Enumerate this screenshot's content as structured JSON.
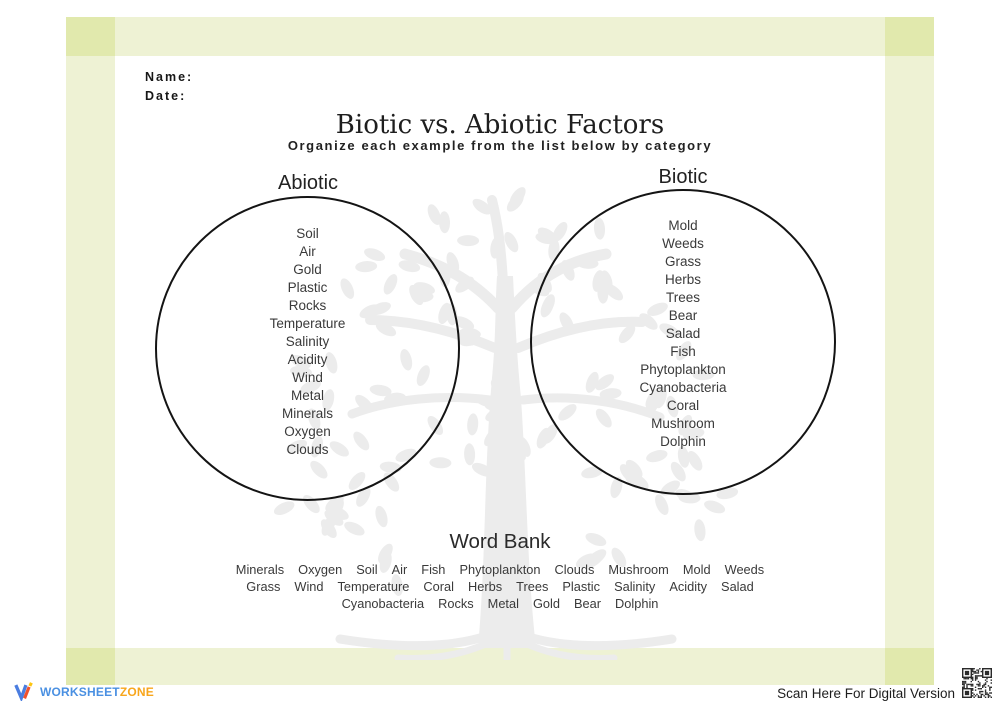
{
  "header": {
    "name_label": "Name:",
    "date_label": "Date:"
  },
  "title": "Biotic vs. Abiotic Factors",
  "subtitle": "Organize each example from the list below by category",
  "abiotic": {
    "label": "Abiotic",
    "items": [
      "Soil",
      "Air",
      "Gold",
      "Plastic",
      "Rocks",
      "Temperature",
      "Salinity",
      "Acidity",
      "Wind",
      "Metal",
      "Minerals",
      "Oxygen",
      "Clouds"
    ]
  },
  "biotic": {
    "label": "Biotic",
    "items": [
      "Mold",
      "Weeds",
      "Grass",
      "Herbs",
      "Trees",
      "Bear",
      "Salad",
      "Fish",
      "Phytoplankton",
      "Cyanobacteria",
      "Coral",
      "Mushroom",
      "Dolphin"
    ]
  },
  "word_bank": {
    "title": "Word Bank",
    "rows": [
      [
        "Minerals",
        "Oxygen",
        "Soil",
        "Air",
        "Fish",
        "Phytoplankton",
        "Clouds",
        "Mushroom",
        "Mold",
        "Weeds"
      ],
      [
        "Grass",
        "Wind",
        "Temperature",
        "Coral",
        "Herbs",
        "Trees",
        "Plastic",
        "Salinity",
        "Acidity",
        "Salad"
      ],
      [
        "Cyanobacteria",
        "Rocks",
        "Metal",
        "Gold",
        "Bear",
        "Dolphin"
      ]
    ]
  },
  "footer": {
    "brand_word": "WORKSHEET",
    "brand_zone": "ZONE",
    "scan_text": "Scan Here For Digital Version"
  },
  "colors": {
    "frame_light": "#eef2d4",
    "frame_dark": "#e1e9ad",
    "brand_blue": "#4a90e2",
    "brand_orange": "#f8a61c",
    "watermark_gray": "#ececec"
  }
}
